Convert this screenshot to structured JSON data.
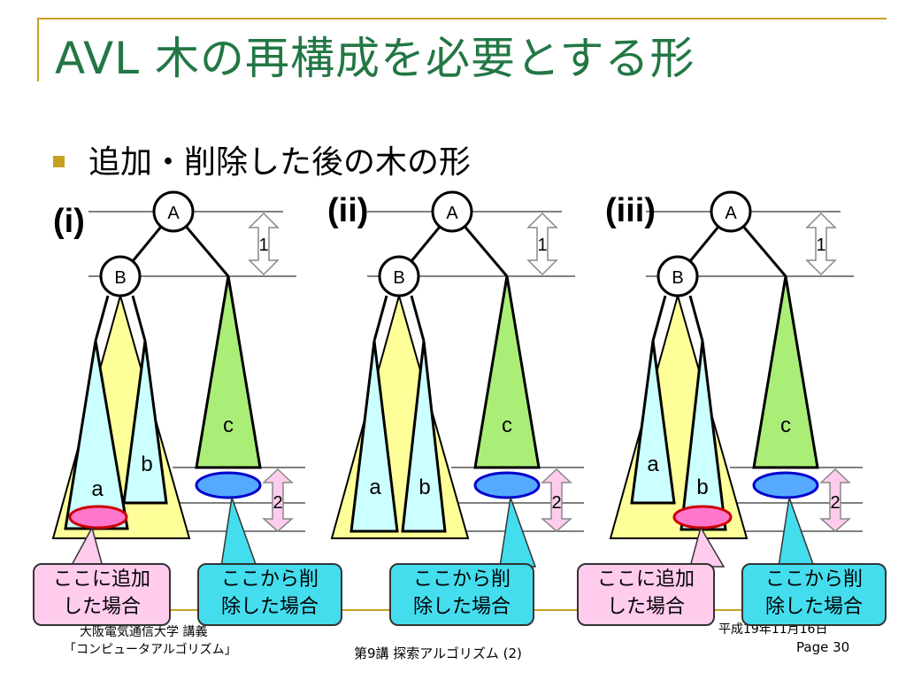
{
  "title": "AVL 木の再構成を必要とする形",
  "bullet": "追加・削除した後の木の形",
  "colors": {
    "accent": "#c8a020",
    "title": "#227744",
    "subtree_yellow": "#ffff99",
    "subtree_cyan": "#ccffff",
    "subtree_green": "#aaee77",
    "add_ellipse": "#ff77cc",
    "delete_ellipse": "#55aaff",
    "height_arrow": "#ffccee"
  },
  "panels": [
    {
      "label": "(i)",
      "node_a": "A",
      "node_b": "B",
      "sub_a": "a",
      "sub_b": "b",
      "sub_c": "c",
      "h1": "1",
      "h2": "2"
    },
    {
      "label": "(ii)",
      "node_a": "A",
      "node_b": "B",
      "sub_a": "a",
      "sub_b": "b",
      "sub_c": "c",
      "h1": "1",
      "h2": "2"
    },
    {
      "label": "(iii)",
      "node_a": "A",
      "node_b": "B",
      "sub_a": "a",
      "sub_b": "b",
      "sub_c": "c",
      "h1": "1",
      "h2": "2"
    }
  ],
  "callouts": {
    "add_here": [
      "ここに追加",
      "した場合"
    ],
    "delete_here": [
      "ここから削",
      "除した場合"
    ]
  },
  "footer": {
    "org_line1": "大阪電気通信大学 講義",
    "org_line2": "「コンピュータアルゴリズム」",
    "lecture": "第9講 探索アルゴリズム (2)",
    "date": "平成19年11月16日",
    "page": "Page 30"
  }
}
